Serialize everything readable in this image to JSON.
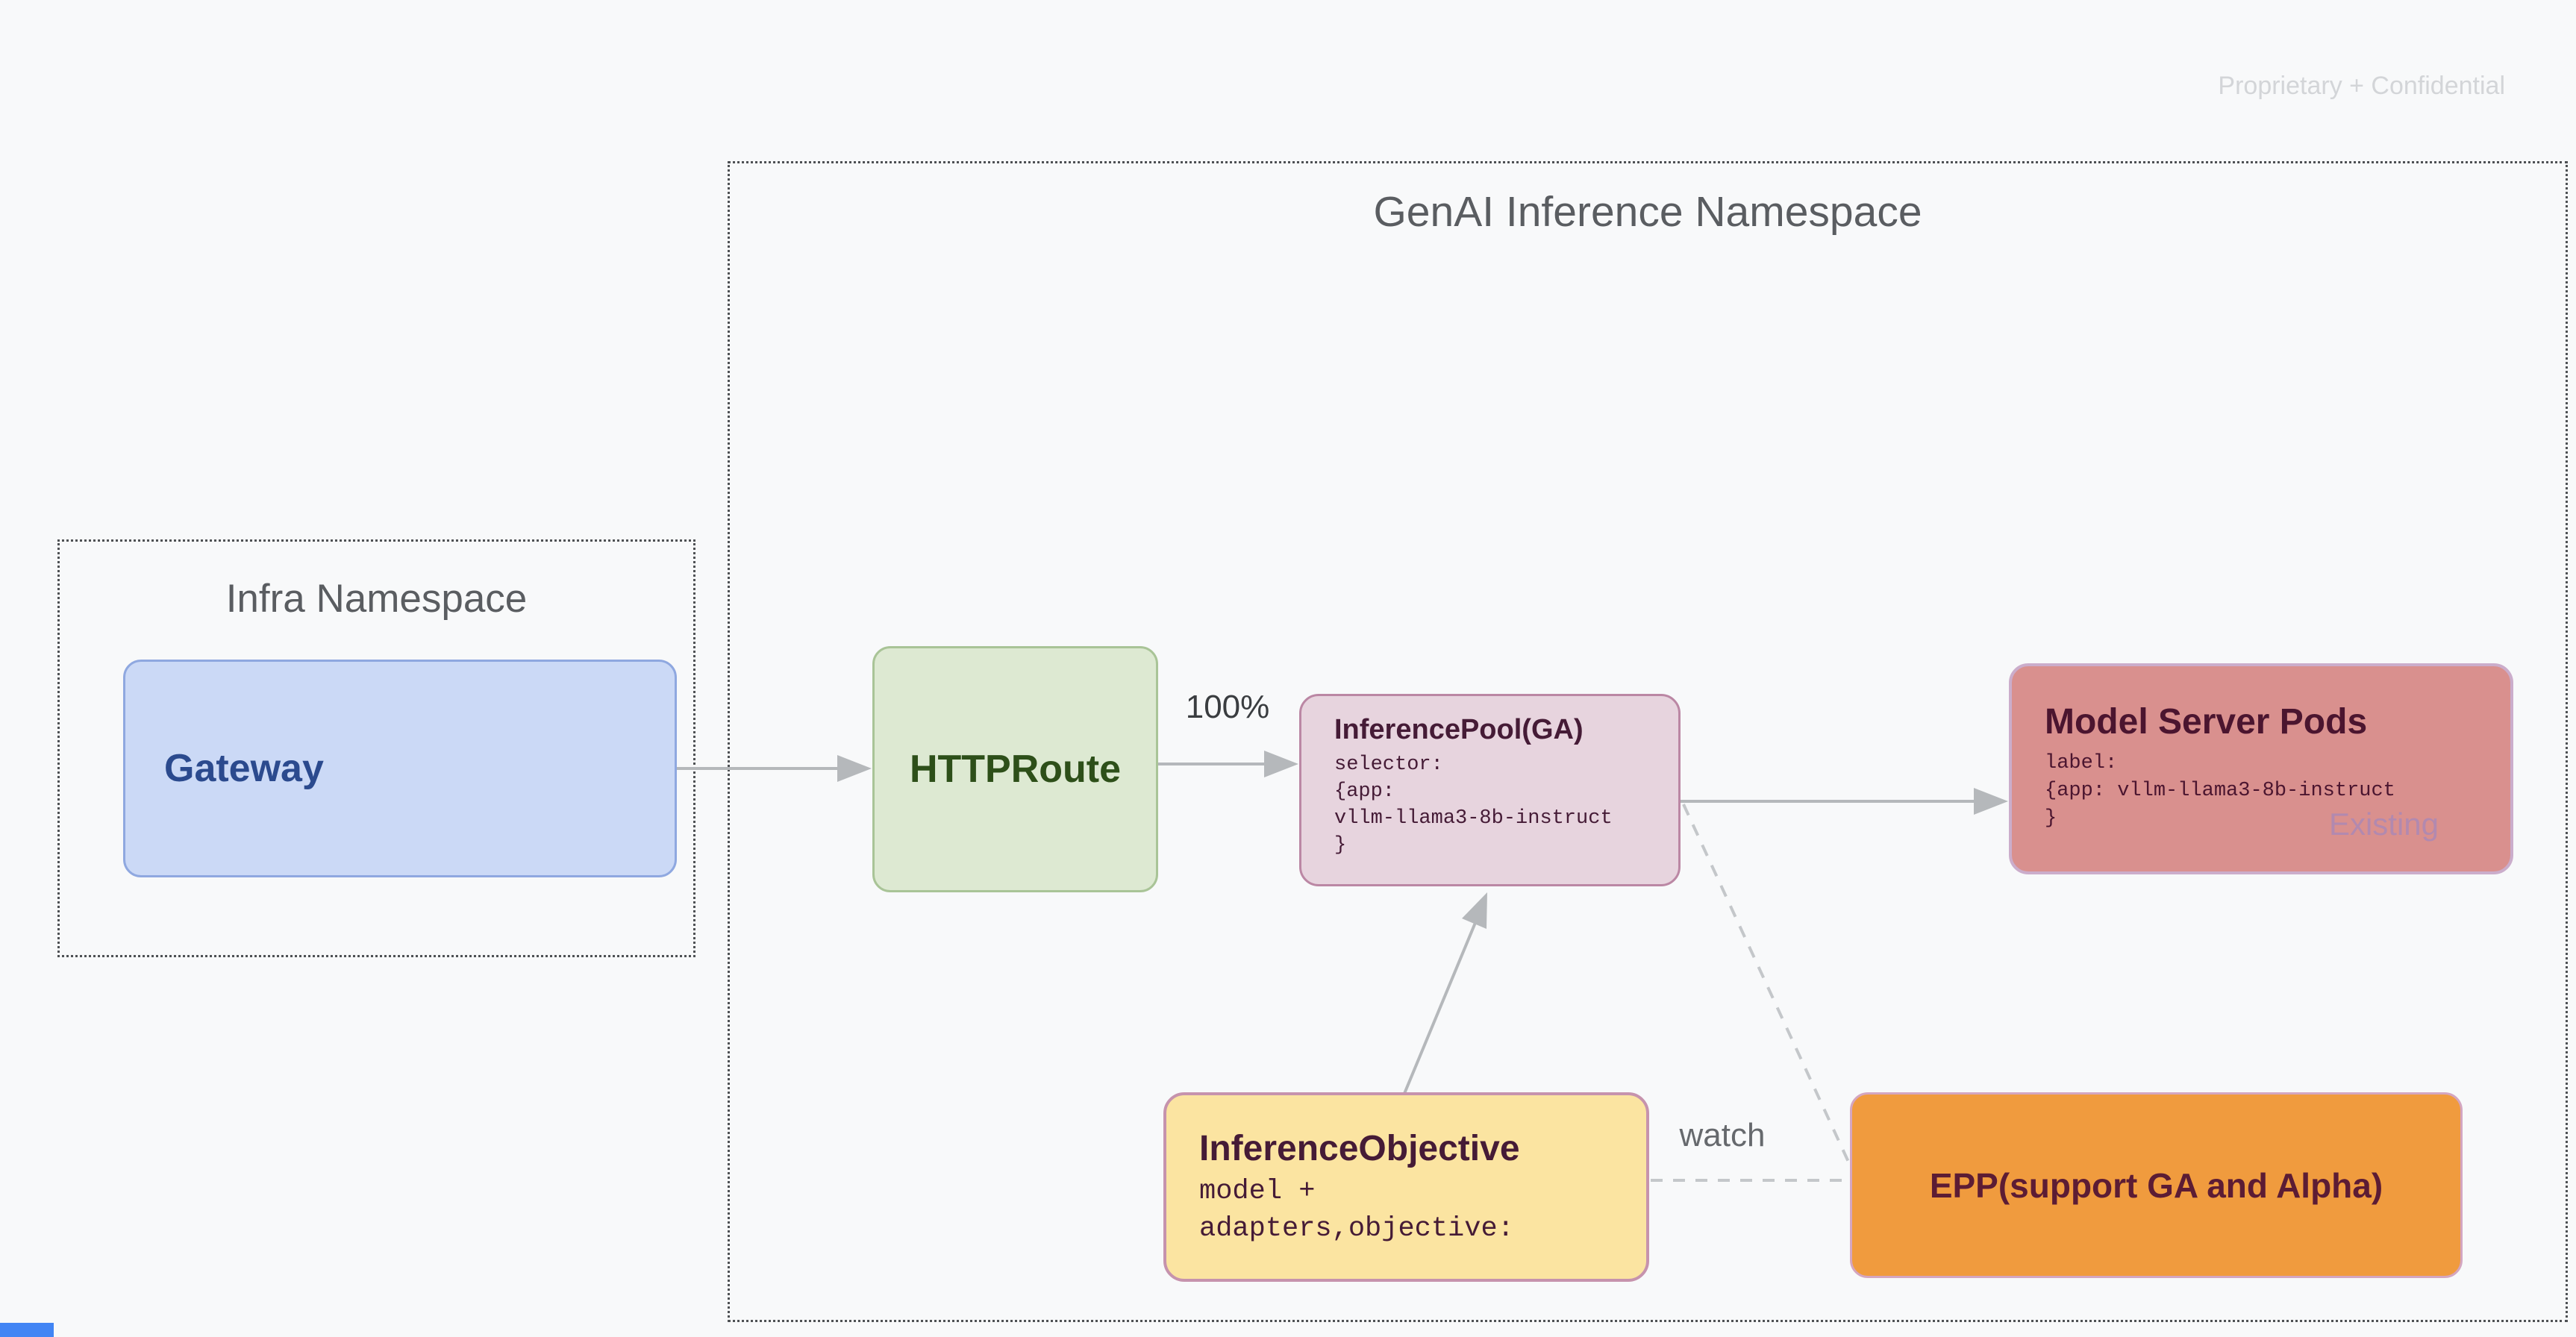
{
  "slide": {
    "watermark": "Proprietary + Confidential"
  },
  "namespaces": {
    "genai": {
      "title": "GenAI Inference Namespace"
    },
    "infra": {
      "title": "Infra Namespace"
    }
  },
  "nodes": {
    "gateway": {
      "label": "Gateway"
    },
    "httproute": {
      "label": "HTTPRoute"
    },
    "inference_pool": {
      "title": "InferencePool(GA)",
      "code": "selector:\n{app:\nvllm-llama3-8b-instruct\n}"
    },
    "model_server_pods": {
      "title": "Model Server Pods",
      "code": "label:\n{app: vllm-llama3-8b-instruct\n}",
      "status": "Existing"
    },
    "inference_objective": {
      "title": "InferenceObjective",
      "code": "model +\nadapters,objective:"
    },
    "epp": {
      "label": "EPP(support GA and Alpha)"
    }
  },
  "edges": {
    "httproute_to_pool_label": "100%",
    "objective_to_epp_label": "watch"
  },
  "colors": {
    "background": "#f8f9fa",
    "dotted_border": "#4e5154",
    "namespace_title": "#5a5d61",
    "gateway_fill": "#cbd9f6",
    "gateway_border": "#8fa8e0",
    "gateway_text": "#2b4a8e",
    "httproute_fill": "#dde9d2",
    "httproute_border": "#a9c497",
    "httproute_text": "#2d4f19",
    "pool_fill": "#e7d4de",
    "pool_border": "#bb87a4",
    "pool_text": "#451b36",
    "pods_fill": "#d9908e",
    "pods_border": "#cbadcb",
    "pods_text": "#4b152f",
    "existing_text": "#b289af",
    "objective_fill": "#fbe4a1",
    "objective_border": "#c693ad",
    "epp_fill": "#f09b3e",
    "epp_border": "#d4a6c0",
    "epp_text": "#5c1c34",
    "solid_arrow": "#b5b8bb",
    "dashed_line": "#c4c7ca",
    "weight_label_text": "#3a3d40",
    "watch_label_text": "#66696d",
    "watermark_text": "#d3d5d8",
    "bottom_bar": "#4285f4"
  }
}
